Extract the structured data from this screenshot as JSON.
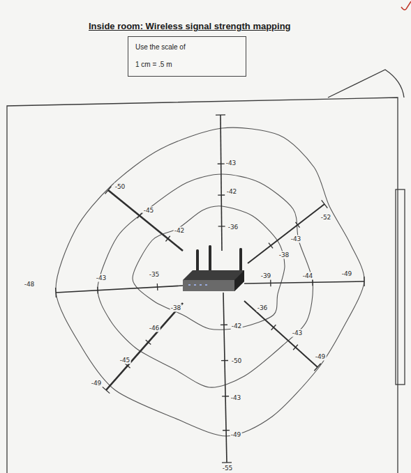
{
  "diagram": {
    "title": "Inside room: Wireless signal strength mapping",
    "nodes": [
      {
        "text": [
          "Use the scale of",
          "1 cm = .5 m"
        ]
      }
    ],
    "labels": [
      "-43",
      "-50",
      "-42",
      "-45",
      "-52",
      "-36",
      "-42",
      "-43",
      "-38",
      "-35",
      "-39",
      "-44",
      "-49",
      "-43",
      "-48",
      "-38",
      "-36",
      "-42",
      "-46",
      "-43",
      "-49",
      "-45",
      "-50",
      "-49",
      "-43",
      "-49",
      "-55"
    ]
  }
}
